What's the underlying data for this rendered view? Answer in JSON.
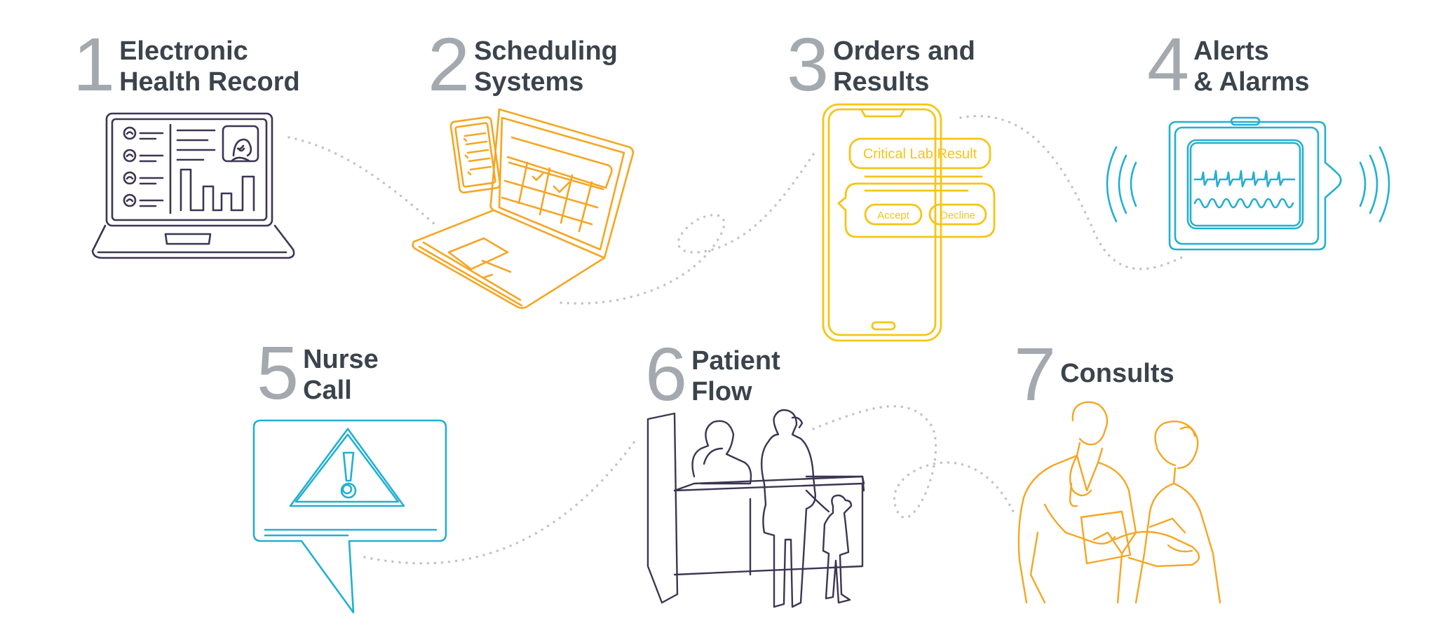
{
  "steps": [
    {
      "number": "1",
      "line1": "Electronic",
      "line2": "Health Record",
      "icon": "laptop-ehr-icon"
    },
    {
      "number": "2",
      "line1": "Scheduling",
      "line2": "Systems",
      "icon": "laptop-calendar-icon"
    },
    {
      "number": "3",
      "line1": "Orders and",
      "line2": "Results",
      "icon": "smartphone-results-icon"
    },
    {
      "number": "4",
      "line1": "Alerts",
      "line2": "& Alarms",
      "icon": "monitor-alarm-icon"
    },
    {
      "number": "5",
      "line1": "Nurse",
      "line2": "Call",
      "icon": "warning-speech-bubble-icon"
    },
    {
      "number": "6",
      "line1": "Patient",
      "line2": "Flow",
      "icon": "reception-desk-icon"
    },
    {
      "number": "7",
      "line1": "Consults",
      "line2": "",
      "icon": "doctors-consulting-icon"
    }
  ],
  "phone_screen": {
    "alert_title": "Critical Lab Result",
    "accept_label": "Accept",
    "decline_label": "Decline"
  },
  "colors": {
    "ink": "#3d3552",
    "orange": "#f5a623",
    "yellow": "#f5c518",
    "teal": "#22b0d0",
    "number_gray": "#a3a9ae",
    "title_dark": "#3b434c",
    "path_gray": "#c4c4c4"
  }
}
